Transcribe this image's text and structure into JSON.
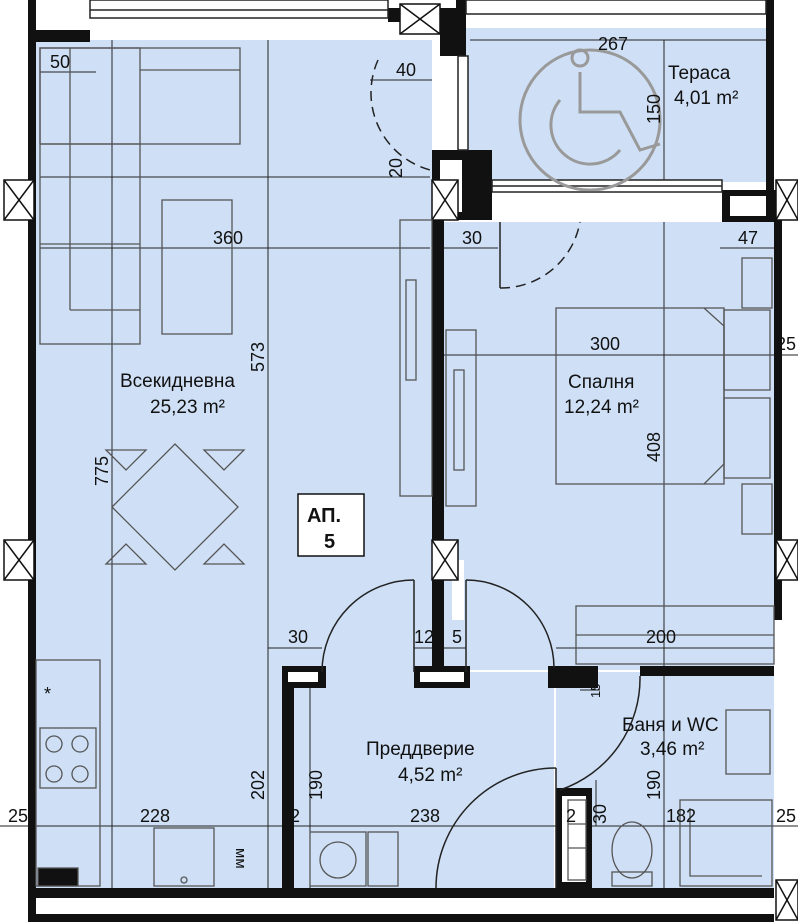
{
  "colors": {
    "floor": "#cfe0f6",
    "wall": "#111111",
    "line": "#222222",
    "furniture": "#555555"
  },
  "apartment": {
    "label_line1": "АП.",
    "label_line2": "5"
  },
  "rooms": {
    "living": {
      "name": "Всекидневна",
      "area": "25,23 m²"
    },
    "terrace": {
      "name": "Тераса",
      "area": "4,01 m²"
    },
    "bedroom": {
      "name": "Спалня",
      "area": "12,24 m²"
    },
    "hall": {
      "name": "Преддверие",
      "area": "4,52 m²"
    },
    "bath": {
      "name": "Баня и WC",
      "area": "3,46 m²"
    }
  },
  "dimensions": {
    "d50": "50",
    "d40": "40",
    "d20": "20",
    "d360": "360",
    "d573": "573",
    "d775": "775",
    "d267": "267",
    "d150": "150",
    "d30a": "30",
    "d47": "47",
    "d300": "300",
    "d25a": "25",
    "d408": "408",
    "d30b": "30",
    "d12": "12",
    "d5": "5",
    "d200": "200",
    "d15": "15",
    "d202": "202",
    "d190a": "190",
    "d190b": "190",
    "d30c": "30",
    "d25b": "25",
    "d228": "228",
    "d2a": "2",
    "d238": "238",
    "d2b": "2",
    "d182": "182",
    "d25c": "25",
    "mm": "мм"
  },
  "marks": {
    "star": "*"
  },
  "icons": {
    "accessibility": "wheelchair-icon"
  }
}
